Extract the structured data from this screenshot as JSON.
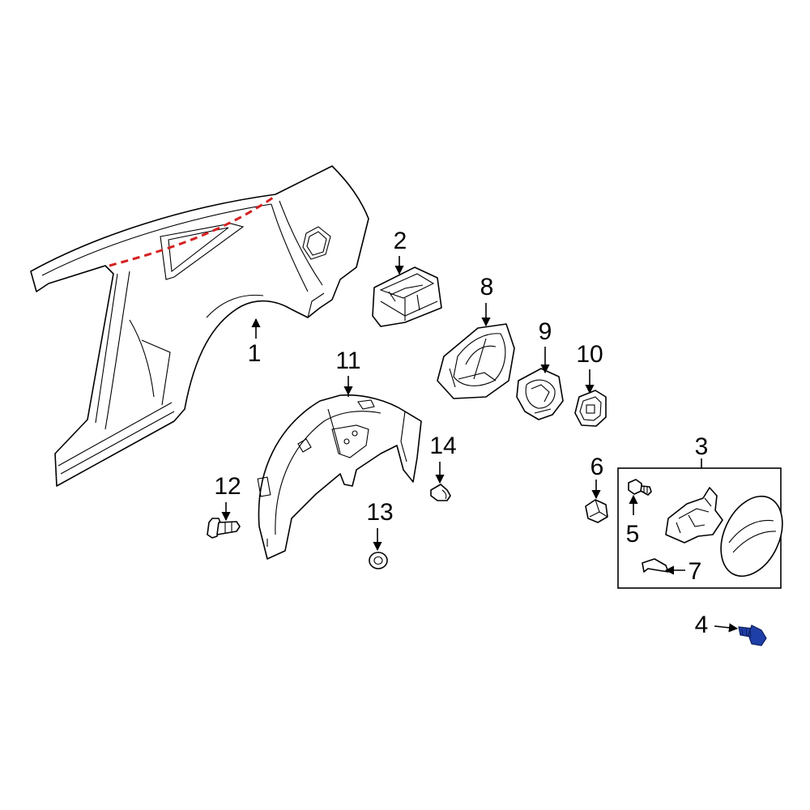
{
  "callouts": {
    "c1": "1",
    "c2": "2",
    "c3": "3",
    "c4": "4",
    "c5": "5",
    "c6": "6",
    "c7": "7",
    "c8": "8",
    "c9": "9",
    "c10": "10",
    "c11": "11",
    "c12": "12",
    "c13": "13",
    "c14": "14"
  },
  "colors": {
    "line": "#000000",
    "dashed_seam": "#d42020",
    "highlight_part": "#1f3fa8",
    "background": "#ffffff"
  }
}
